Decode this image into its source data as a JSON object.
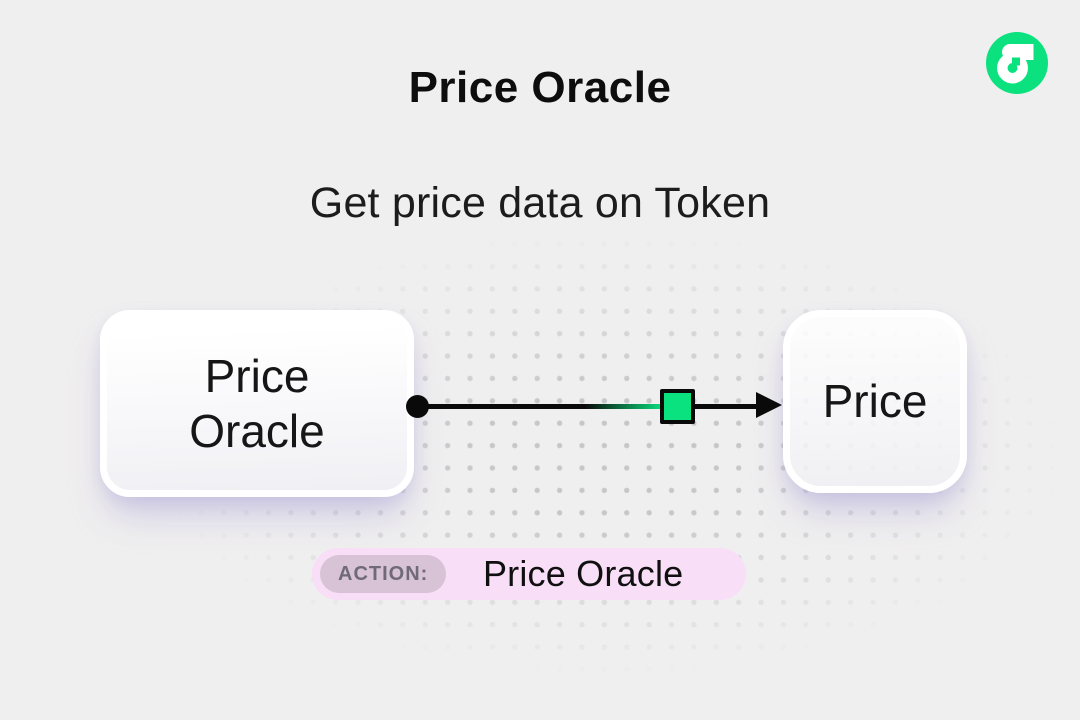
{
  "header": {
    "title": "Price Oracle",
    "subtitle": "Get price data on Token",
    "logo": {
      "name": "flow-logo",
      "color": "#0BE27F"
    }
  },
  "diagram": {
    "nodes": [
      {
        "id": "price-oracle",
        "label": "Price Oracle"
      },
      {
        "id": "price",
        "label": "Price"
      }
    ],
    "connector": {
      "from": "price-oracle",
      "to": "price",
      "line_color": "#0A0A0A",
      "marker_shape": "square",
      "marker_color": "#0AE17F"
    }
  },
  "action_bar": {
    "badge": "ACTION:",
    "label": "Price Oracle",
    "background": "#F9DEF8",
    "badge_background": "#D8C3D6",
    "badge_text_color": "#6F6A76"
  },
  "colors": {
    "page_background": "#F0EFEF",
    "dot_grid": "#C7C7CA",
    "accent_green": "#0AE17F",
    "node_shadow": "#A098D2",
    "text": "#111111"
  }
}
